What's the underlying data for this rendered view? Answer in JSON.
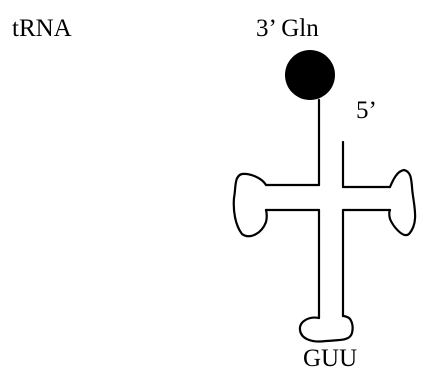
{
  "labels": {
    "molecule": "tRNA",
    "three_prime_end": "3’ Gln",
    "five_prime_end": "5’",
    "anticodon": "GUU"
  },
  "colors": {
    "ink": "#000000",
    "background": "#ffffff"
  }
}
